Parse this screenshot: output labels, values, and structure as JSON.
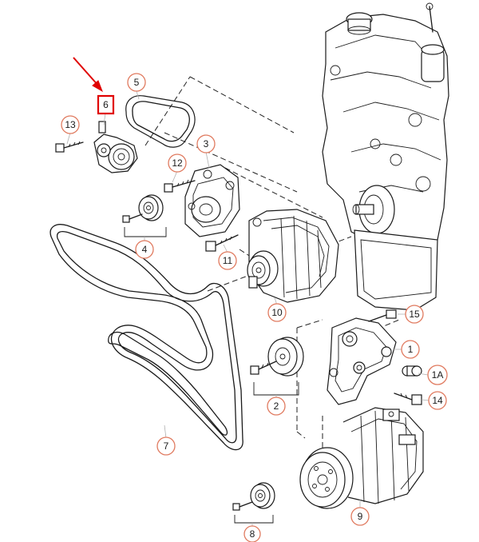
{
  "highlight": {
    "color": "#e00000"
  },
  "accent_color": "#e07a5f",
  "callouts": [
    {
      "id": "5",
      "label": "5"
    },
    {
      "id": "6",
      "label": "6",
      "highlighted": true
    },
    {
      "id": "13",
      "label": "13"
    },
    {
      "id": "3",
      "label": "3"
    },
    {
      "id": "12",
      "label": "12"
    },
    {
      "id": "4",
      "label": "4"
    },
    {
      "id": "11",
      "label": "11"
    },
    {
      "id": "10",
      "label": "10"
    },
    {
      "id": "15",
      "label": "15"
    },
    {
      "id": "1",
      "label": "1"
    },
    {
      "id": "1A",
      "label": "1A"
    },
    {
      "id": "14",
      "label": "14"
    },
    {
      "id": "2",
      "label": "2"
    },
    {
      "id": "7",
      "label": "7"
    },
    {
      "id": "9",
      "label": "9"
    },
    {
      "id": "8",
      "label": "8"
    }
  ]
}
